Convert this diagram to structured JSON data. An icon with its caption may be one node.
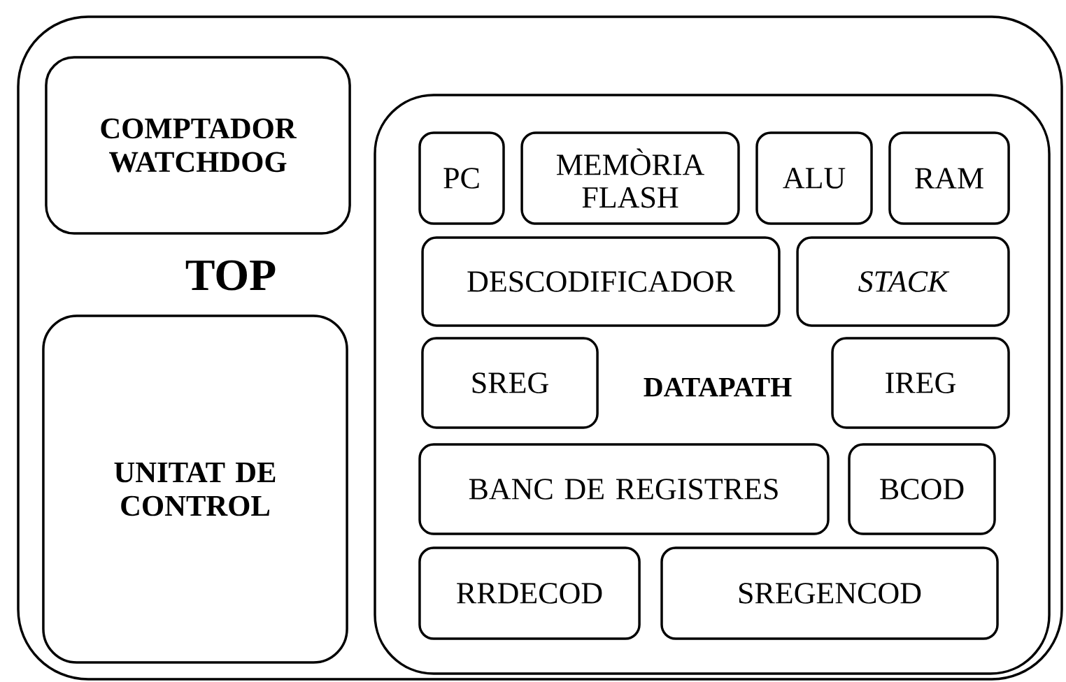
{
  "diagram": {
    "nodes": [
      {
        "text": [
          "TOP"
        ]
      },
      {
        "text": [
          "COMPTADOR WATCHDOG"
        ],
        "in": 0
      },
      {
        "text": [
          "UNITAT DE CONTROL"
        ],
        "in": 0
      },
      {
        "text": [
          "DATAPATH"
        ],
        "in": 0
      },
      {
        "text": [
          "PC"
        ],
        "in": 3
      },
      {
        "text": [
          "MEMÒRIA FLASH"
        ],
        "in": 3
      },
      {
        "text": [
          "ALU"
        ],
        "in": 3
      },
      {
        "text": [
          "RAM"
        ],
        "in": 3
      },
      {
        "text": [
          "DESCODIFICADOR"
        ],
        "in": 3
      },
      {
        "text": [
          "STACK"
        ],
        "in": 3
      },
      {
        "text": [
          "SREG"
        ],
        "in": 3
      },
      {
        "text": [
          "IREG"
        ],
        "in": 3
      },
      {
        "text": [
          "BANC DE REGISTRES"
        ],
        "in": 3
      },
      {
        "text": [
          "BCOD"
        ],
        "in": 3
      },
      {
        "text": [
          "RRDECOD"
        ],
        "in": 3
      },
      {
        "text": [
          "SREGENCOD"
        ],
        "in": 3
      }
    ],
    "edges": []
  }
}
